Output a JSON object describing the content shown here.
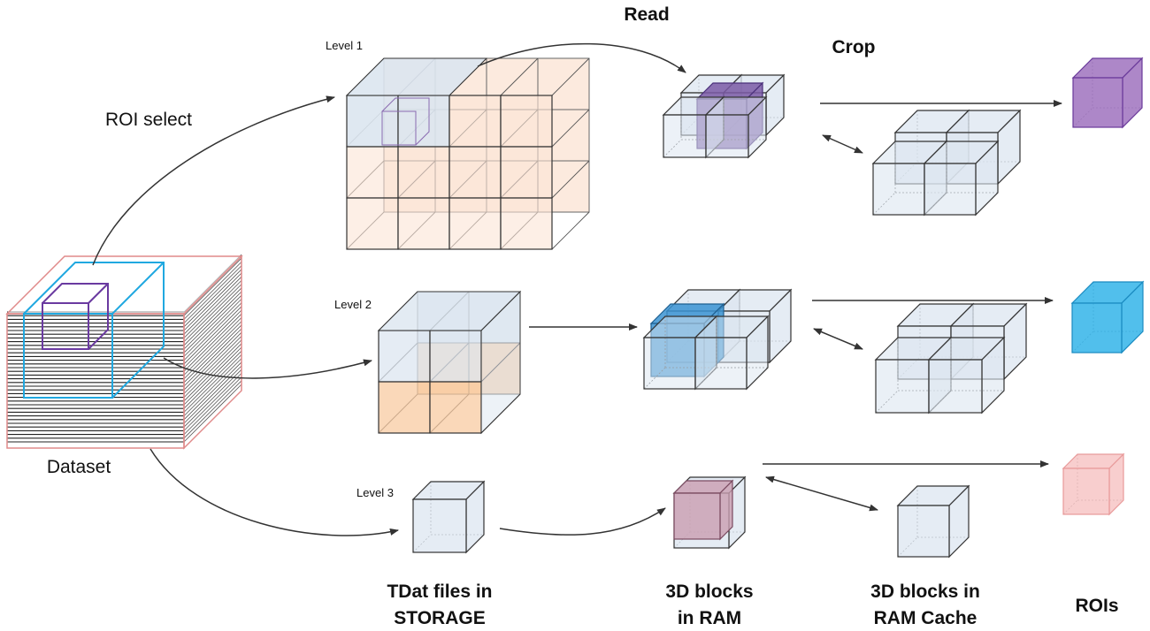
{
  "diagram": {
    "header_read": "Read",
    "header_crop": "Crop",
    "roi_select": "ROI select",
    "dataset": "Dataset",
    "levels": {
      "level1": "Level 1",
      "level2": "Level 2",
      "level3": "Level 3"
    },
    "columns": {
      "storage_line1": "TDat files in",
      "storage_line2": "STORAGE",
      "ram_line1": "3D blocks",
      "ram_line2": "in RAM",
      "cache_line1": "3D blocks in",
      "cache_line2": "RAM Cache",
      "rois": "ROIs"
    },
    "colors": {
      "block_blue": "#dce6f0",
      "block_peach": "#fbe5d6",
      "block_orange": "#f8cba2",
      "roi_purple": "#a47ac2",
      "roi_cyan": "#3eb8ea",
      "roi_pink": "#f7c6c6",
      "crop_purple": "#7b5aa6",
      "crop_blue": "#3a93d2",
      "crop_pink": "#c99eb0",
      "dataset_border": "#e08a8a",
      "roi_outline_purple": "#6a3aa0",
      "roi_outline_cyan": "#20a8e0"
    }
  }
}
